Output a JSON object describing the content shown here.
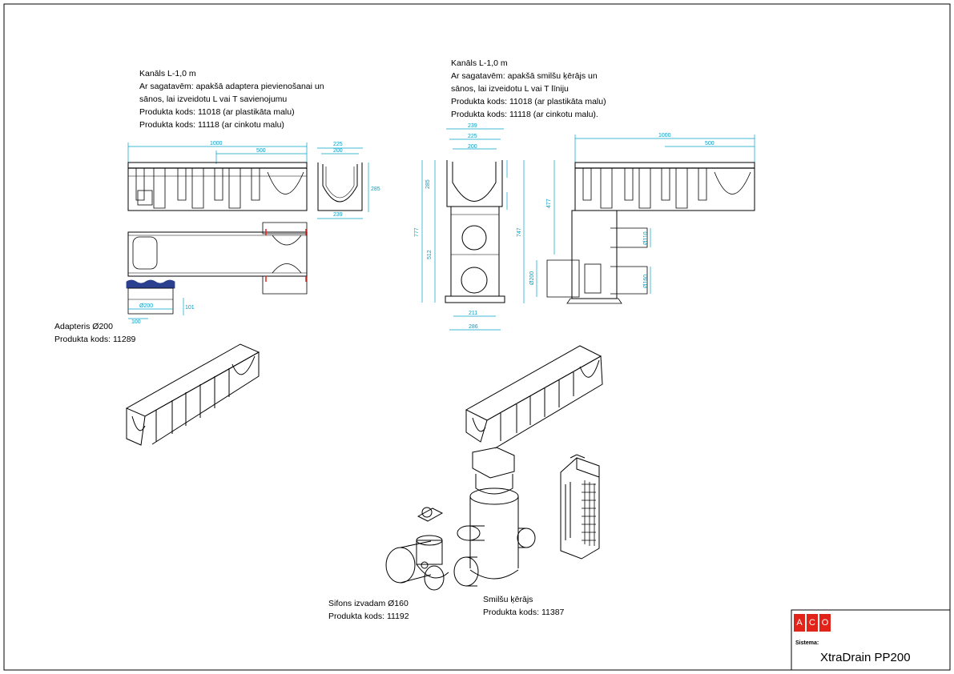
{
  "channel_left": {
    "lines": [
      "Kanāls L-1,0 m",
      "Ar sagatavēm: apakšā adaptera pievienošanai un",
      "sānos, lai izveidotu L vai T savienojumu",
      "Produkta kods: 11018 (ar plastikāta malu)",
      "Produkta kods: 11118 (ar cinkotu malu)"
    ]
  },
  "channel_right": {
    "lines": [
      "Kanāls L-1,0 m",
      "Ar sagatavēm: apakšā smilšu ķērājs un",
      "sānos, lai izveidotu L vai T līniju",
      "Produkta kods: 11018 (ar plastikāta malu)",
      "Produkta kods: 11118 (ar cinkotu malu)."
    ]
  },
  "adapter": {
    "lines": [
      "Adapteris Ø200",
      "Produkta kods: 11289"
    ]
  },
  "siphon": {
    "lines": [
      "Sifons izvadam Ø160",
      "Produkta kods: 11192"
    ]
  },
  "sand_trap": {
    "lines": [
      "Smilšu ķērājs",
      "Produkta kods: 11387"
    ]
  },
  "dimensions": {
    "left_len_total": "1000",
    "left_len_half": "500",
    "left_w_top": "225",
    "left_w_inner": "200",
    "left_w_bottom": "239",
    "left_h": "285",
    "adapter_d": "Ø200",
    "adapter_w": "100",
    "adapter_h": "101",
    "mid_w_top": "239",
    "mid_w_2": "225",
    "mid_w_3": "200",
    "mid_h_channel": "285",
    "mid_h_total": "777",
    "mid_h_lower": "512",
    "mid_w_base": "211",
    "mid_w_base2": "286",
    "right_len_total": "1000",
    "right_len_half": "500",
    "right_h_upper": "477",
    "right_h_total": "747",
    "right_d_side": "Ø110",
    "right_d_outlet": "Ø200",
    "right_d_out2": "Ø160"
  },
  "title_block": {
    "logo": [
      "A",
      "C",
      "O"
    ],
    "sistema_label": "Sistema:",
    "system_name": "XtraDrain PP200"
  },
  "colors": {
    "dimension": "#00a0c6",
    "logo_red": "#e2231a"
  }
}
